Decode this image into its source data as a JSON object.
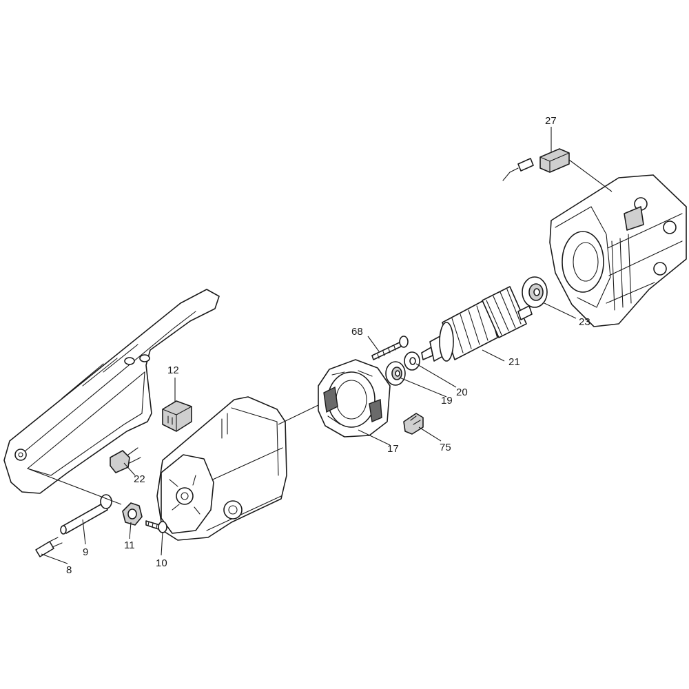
{
  "callouts": {
    "p8": "8",
    "p9": "9",
    "p10": "10",
    "p11": "11",
    "p12": "12",
    "p17": "17",
    "p19": "19",
    "p20": "20",
    "p21": "21",
    "p22": "22",
    "p23": "23",
    "p27": "27",
    "p68": "68",
    "p75": "75"
  }
}
